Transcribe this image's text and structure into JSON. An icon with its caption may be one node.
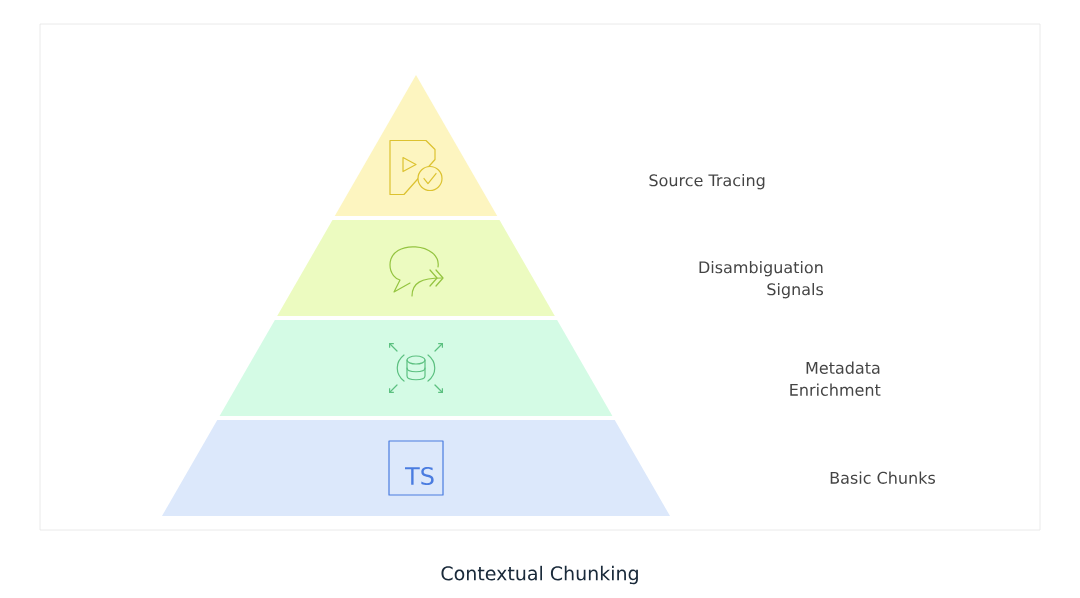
{
  "diagram": {
    "caption": "Contextual Chunking",
    "labels": [
      "Source Tracing",
      "Disambiguation Signals",
      "Metadata Enrichment",
      "TS",
      "Basic Chunks"
    ]
  }
}
